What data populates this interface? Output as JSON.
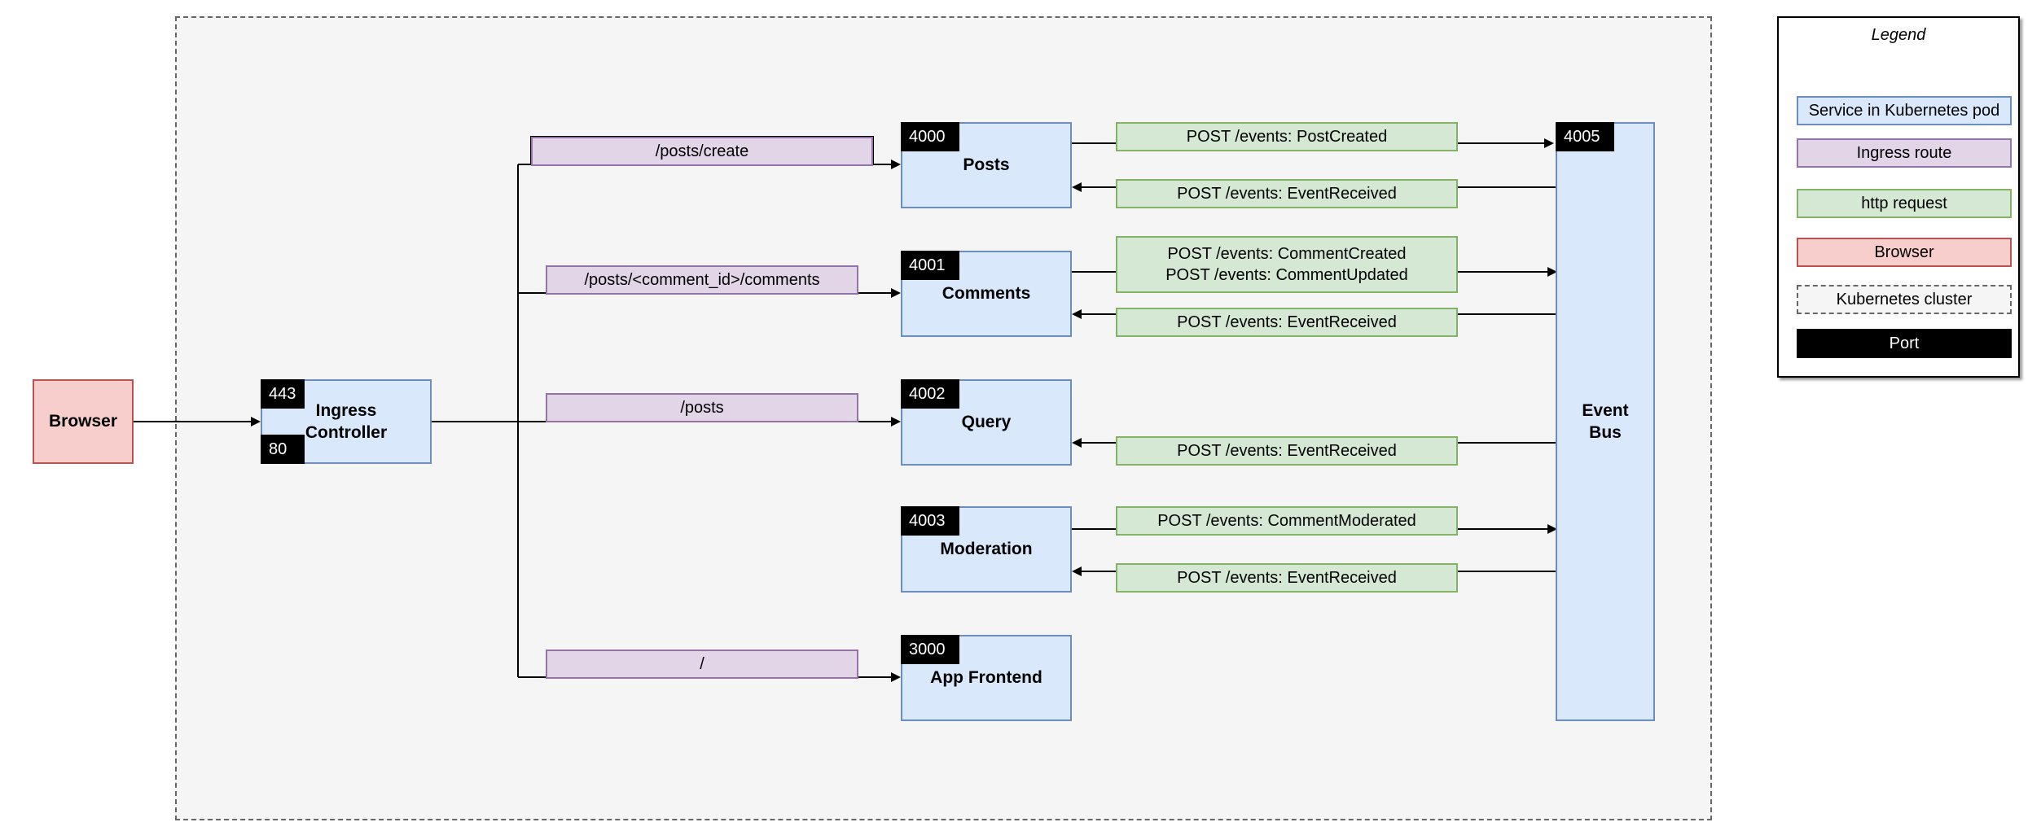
{
  "browser": {
    "label": "Browser"
  },
  "ingress": {
    "label_line1": "Ingress",
    "label_line2": "Controller",
    "port_https": "443",
    "port_http": "80"
  },
  "routes": {
    "posts_create": "/posts/create",
    "comments": "/posts/<comment_id>/comments",
    "posts": "/posts",
    "root": "/"
  },
  "services": {
    "posts": {
      "label": "Posts",
      "port": "4000"
    },
    "comments": {
      "label": "Comments",
      "port": "4001"
    },
    "query": {
      "label": "Query",
      "port": "4002"
    },
    "moderation": {
      "label": "Moderation",
      "port": "4003"
    },
    "frontend": {
      "label": "App Frontend",
      "port": "3000"
    },
    "event_bus": {
      "label_line1": "Event",
      "label_line2": "Bus",
      "port": "4005"
    }
  },
  "requests": {
    "post_created": "POST /events: PostCreated",
    "posts_received": "POST /events: EventReceived",
    "comment_created": "POST /events: CommentCreated",
    "comment_updated": "POST /events: CommentUpdated",
    "comments_received": "POST /events: EventReceived",
    "query_received": "POST /events: EventReceived",
    "comment_moderated": "POST /events: CommentModerated",
    "moderation_received": "POST /events: EventReceived"
  },
  "legend": {
    "title": "Legend",
    "service": "Service in Kubernetes pod",
    "ingress_route": "Ingress route",
    "http_request": "http request",
    "browser": "Browser",
    "cluster": "Kubernetes cluster",
    "port": "Port"
  },
  "colors": {
    "service_fill": "#dae8fc",
    "service_stroke": "#6c8ebf",
    "route_fill": "#e1d5e7",
    "route_stroke": "#9673a6",
    "http_fill": "#d5e8d4",
    "http_stroke": "#82b366",
    "browser_fill": "#f8cecc",
    "browser_stroke": "#b85450",
    "cluster_fill": "#f5f5f5",
    "port_fill": "#000000"
  }
}
